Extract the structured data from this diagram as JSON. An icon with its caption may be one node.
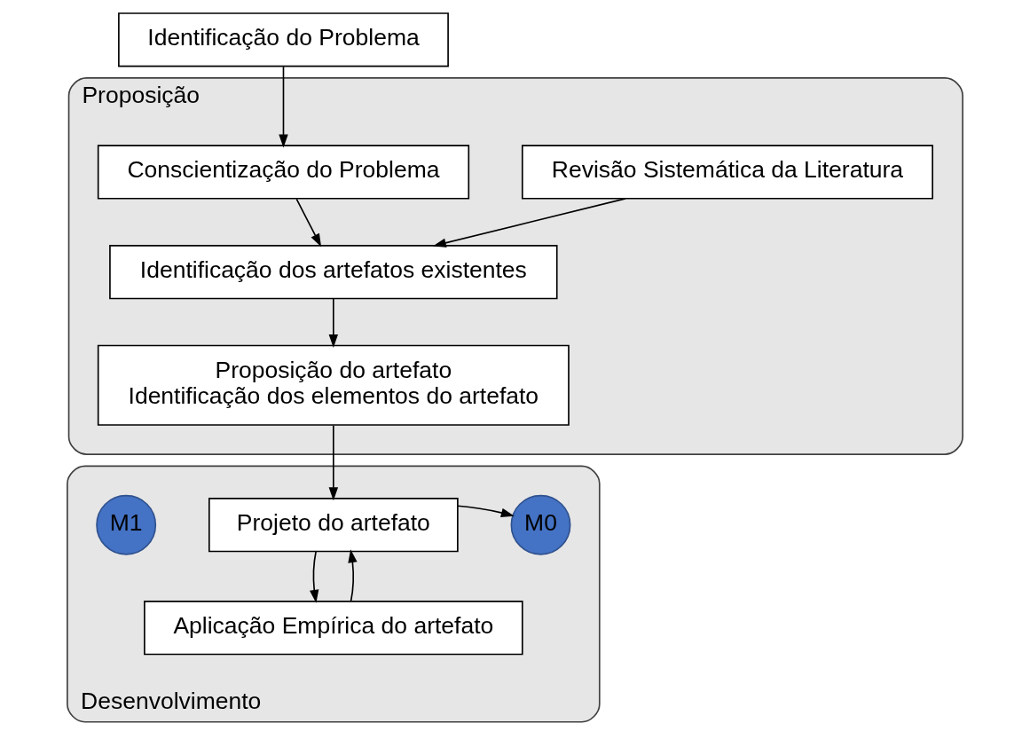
{
  "diagram": {
    "nodes": [
      {
        "text": [
          "Identificação do Problema"
        ]
      },
      {
        "text": [
          "Proposição"
        ]
      },
      {
        "text": [
          "Conscientização do Problema"
        ],
        "in": 1
      },
      {
        "text": [
          "Revisão Sistemática da Literatura"
        ],
        "in": 1
      },
      {
        "text": [
          "Identificação dos artefatos existentes"
        ],
        "in": 1
      },
      {
        "text": [
          "Proposição do artefato",
          "Identificação dos elementos do artefato"
        ],
        "in": 1
      },
      {
        "text": [
          "Desenvolvimento"
        ]
      },
      {
        "text": [
          "M1"
        ],
        "in": 6
      },
      {
        "text": [
          "Projeto do artefato"
        ],
        "in": 6
      },
      {
        "text": [
          "M0"
        ],
        "in": 6
      },
      {
        "text": [
          "Aplicação Empírica do artefato"
        ],
        "in": 6
      }
    ],
    "edges": [
      {
        "from": 0,
        "to": 2,
        "arrow": "to"
      },
      {
        "from": 2,
        "to": 4,
        "arrow": "to"
      },
      {
        "from": 3,
        "to": 4,
        "arrow": "to"
      },
      {
        "from": 4,
        "to": 5,
        "arrow": "to"
      },
      {
        "from": 5,
        "to": 8,
        "arrow": "to"
      },
      {
        "from": 10,
        "to": 8,
        "arrow": "to"
      },
      {
        "from": 8,
        "to": 9,
        "arrow": "to"
      },
      {
        "from": 8,
        "to": 10,
        "arrow": "to"
      }
    ]
  }
}
